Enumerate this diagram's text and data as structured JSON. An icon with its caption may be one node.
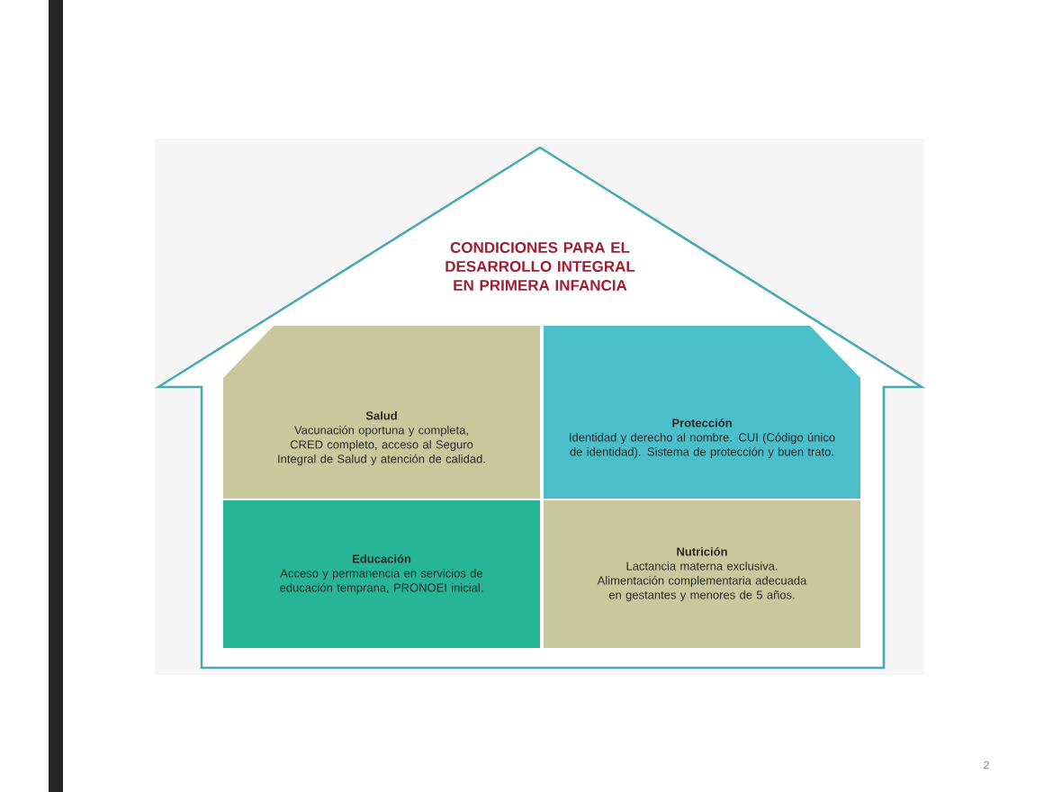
{
  "diagram": {
    "title": "CONDICIONES PARA EL DESARROLLO INTEGRAL EN PRIMERA INFANCIA",
    "nodes": [
      {
        "text": [
          "Salud",
          "Vacunación oportuna y completa, CRED completo, acceso al Seguro Integral de Salud y atención de calidad."
        ]
      },
      {
        "text": [
          "Protección",
          "Identidad y derecho al nombre. CUI (Código único de identidad). Sistema de protección y buen trato."
        ]
      },
      {
        "text": [
          "Educación",
          "Acceso y permanencia en servicios de educación temprana, PRONOEI inicial."
        ]
      },
      {
        "text": [
          "Nutrición",
          "Lactancia materna exclusiva. Alimentación complementaria adecuada en gestantes y menores de 5 años."
        ]
      }
    ],
    "labels": [
      "2"
    ]
  }
}
